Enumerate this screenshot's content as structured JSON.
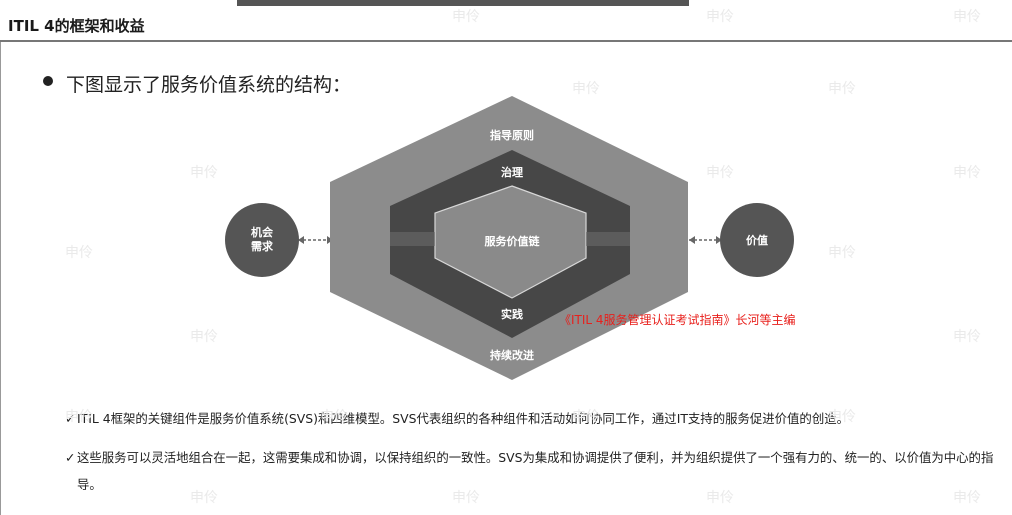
{
  "header": {
    "title": "ITIL 4的框架和收益"
  },
  "intro": "下图显示了服务价值系统的结构：",
  "diagram": {
    "guiding_principles": "指导原则",
    "governance": "治理",
    "value_chain": "服务价值链",
    "practices": "实践",
    "continual_improvement": "持续改进",
    "opportunity": "机会",
    "demand": "需求",
    "value": "价值"
  },
  "citation": "《ITIL 4服务管理认证考试指南》长河等主编",
  "notes": {
    "check": "✓",
    "note1": "ITIL 4框架的关键组件是服务价值系统(SVS)和四维模型。SVS代表组织的各种组件和活动如何协同工作，通过IT支持的服务促进价值的创造。",
    "note2": "这些服务可以灵活地组合在一起，这需要集成和协调，以保持组织的一致性。SVS为集成和协调提供了便利，并为组织提供了一个强有力的、统一的、以价值为中心的指导。"
  },
  "watermark": "申伶",
  "colors": {
    "outer_hex": "#8c8c8c",
    "mid_hex": "#474747",
    "inner_hex": "#8a8a8a",
    "circle": "#555555",
    "citation": "#e8201c"
  }
}
